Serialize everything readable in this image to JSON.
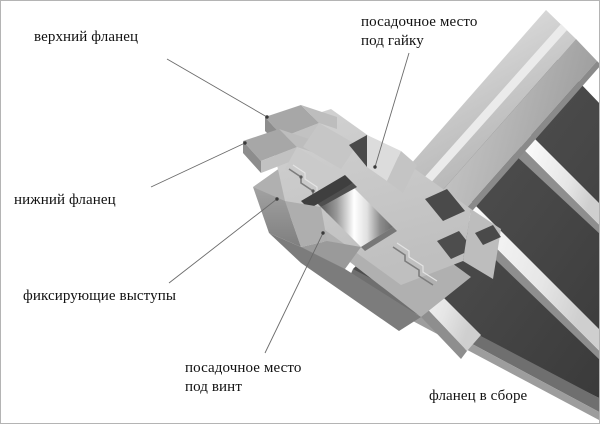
{
  "diagram": {
    "title_caption": "фланец в сборе",
    "background_color": "#ffffff",
    "border_color": "#b4b4b4",
    "text_color": "#111111",
    "leader_color": "#6b6b6b"
  },
  "labels": [
    {
      "id": "upper-flange",
      "line1": "верхний фланец",
      "line2": ""
    },
    {
      "id": "nut-seat",
      "line1": "посадочное место",
      "line2": "под гайку"
    },
    {
      "id": "lower-flange",
      "line1": "нижний фланец",
      "line2": ""
    },
    {
      "id": "fixing-lugs",
      "line1": "фиксирующие выступы",
      "line2": ""
    },
    {
      "id": "screw-seat",
      "line1": "посадочное место",
      "line2": "под винт"
    },
    {
      "id": "flange-assembly",
      "line1": "фланец в сборе",
      "line2": ""
    }
  ],
  "palette": {
    "body_light": "#c9c9c9",
    "body_mid": "#b5b5b5",
    "body_dark": "#8f8f8f",
    "slot_dark": "#4a4a4a",
    "panel_dark": "#4b4b4b",
    "panel_darker": "#3f3f3f",
    "rib_light": "#e8e8e8",
    "highlight": "#ffffff",
    "edge": "#6e6e6e"
  }
}
